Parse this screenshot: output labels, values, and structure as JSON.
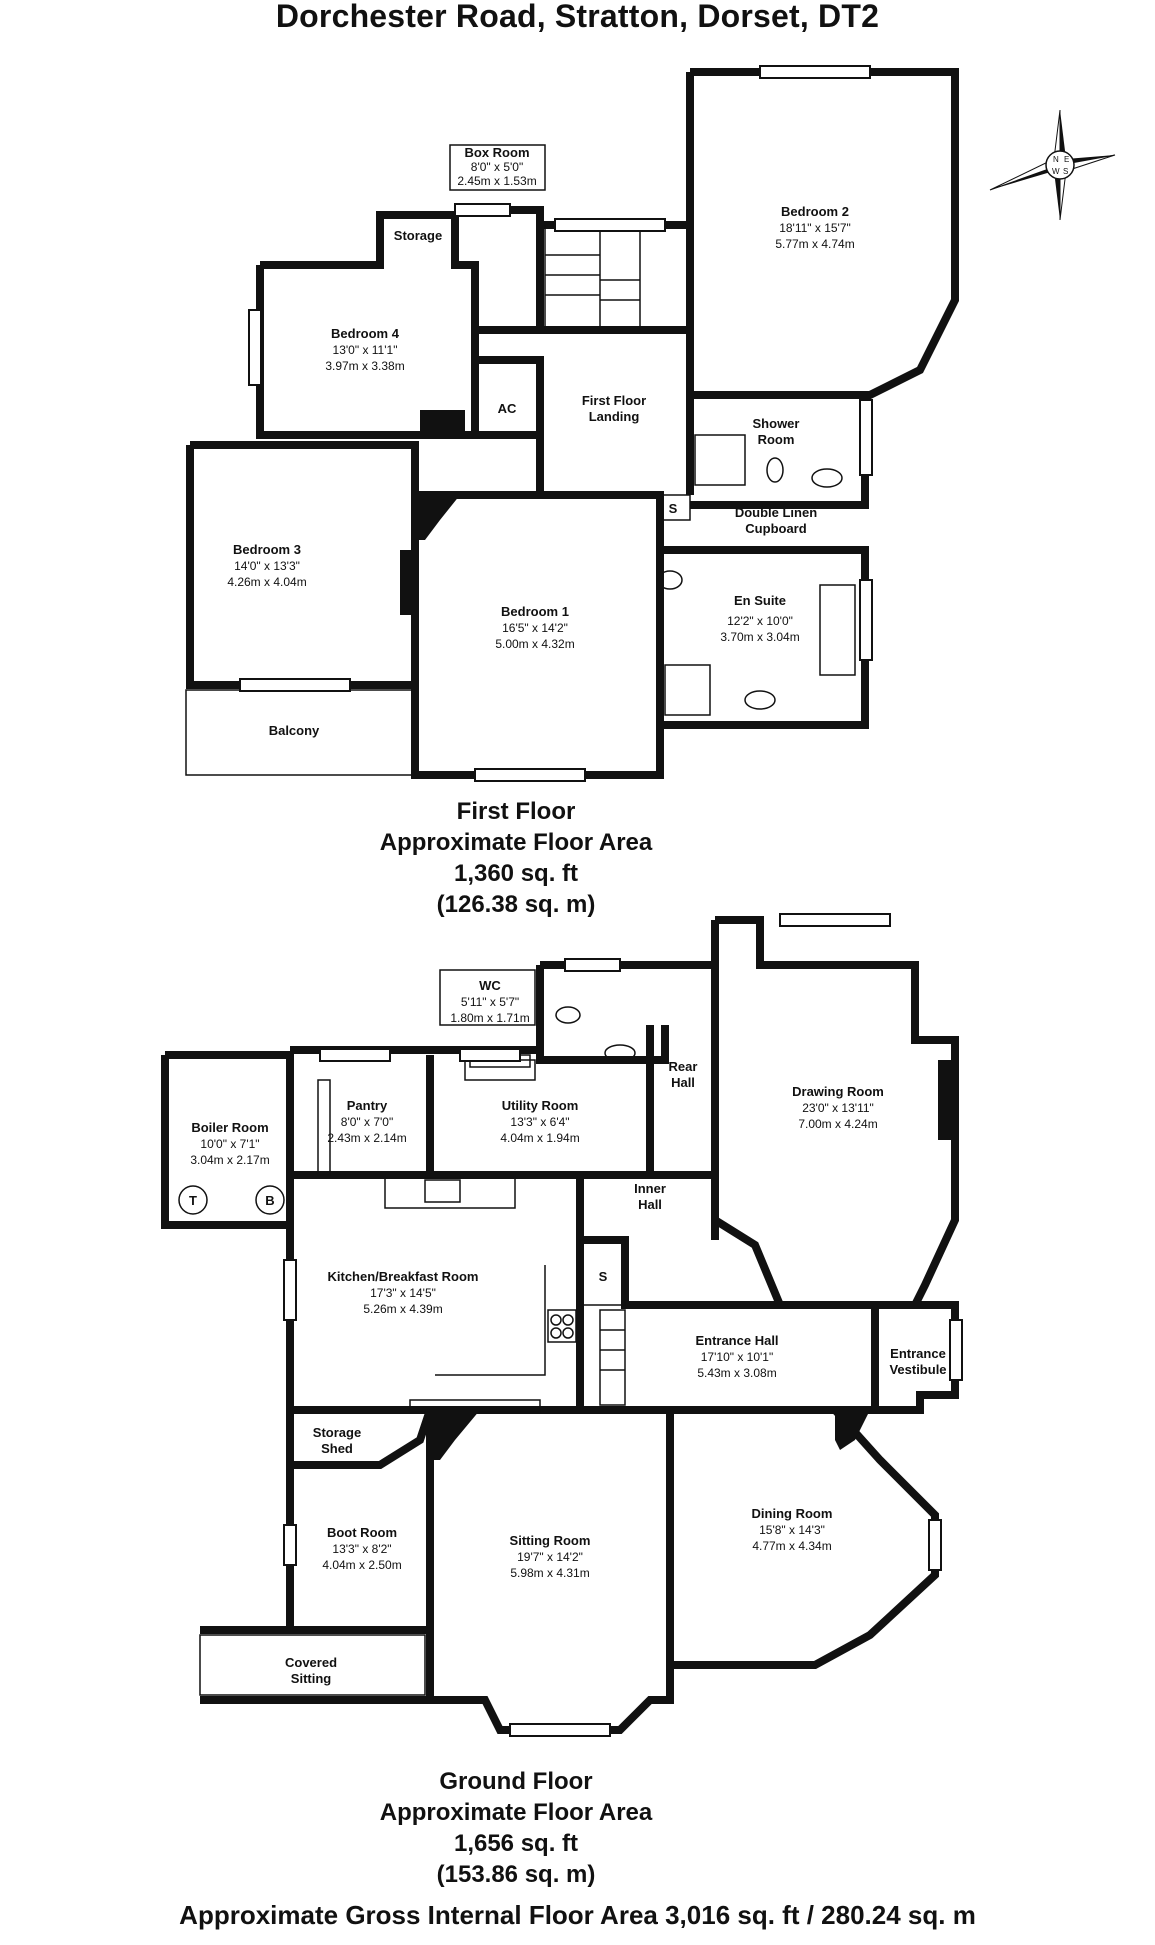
{
  "title": "Dorchester Road, Stratton, Dorset, DT2",
  "first_floor": {
    "caption": "First Floor",
    "area_label": "Approximate Floor Area",
    "area_sqft": "1,360 sq. ft",
    "area_sqm": "(126.38 sq. m)",
    "rooms": {
      "box_room": {
        "name": "Box Room",
        "imperial": "8'0\" x 5'0\"",
        "metric": "2.45m x 1.53m"
      },
      "storage": {
        "name": "Storage"
      },
      "bedroom2": {
        "name": "Bedroom 2",
        "imperial": "18'11\" x 15'7\"",
        "metric": "5.77m x 4.74m"
      },
      "bedroom4": {
        "name": "Bedroom 4",
        "imperial": "13'0\" x 11'1\"",
        "metric": "3.97m x 3.38m"
      },
      "ac": {
        "name": "AC"
      },
      "landing": {
        "name": "First Floor",
        "name2": "Landing"
      },
      "shower": {
        "name": "Shower",
        "name2": "Room"
      },
      "bedroom3": {
        "name": "Bedroom 3",
        "imperial": "14'0\" x 13'3\"",
        "metric": "4.26m x 4.04m"
      },
      "s": {
        "name": "S"
      },
      "linen": {
        "name": "Double Linen",
        "name2": "Cupboard"
      },
      "ensuite": {
        "name": "En Suite",
        "imperial": "12'2\" x 10'0\"",
        "metric": "3.70m x 3.04m"
      },
      "bedroom1": {
        "name": "Bedroom 1",
        "imperial": "16'5\" x 14'2\"",
        "metric": "5.00m x 4.32m"
      },
      "balcony": {
        "name": "Balcony"
      }
    }
  },
  "ground_floor": {
    "caption": "Ground Floor",
    "area_label": "Approximate Floor Area",
    "area_sqft": "1,656 sq. ft",
    "area_sqm": "(153.86 sq. m)",
    "rooms": {
      "wc": {
        "name": "WC",
        "imperial": "5'11\" x 5'7\"",
        "metric": "1.80m x 1.71m"
      },
      "rear_hall": {
        "name": "Rear",
        "name2": "Hall"
      },
      "drawing": {
        "name": "Drawing Room",
        "imperial": "23'0\" x 13'11\"",
        "metric": "7.00m x 4.24m"
      },
      "boiler": {
        "name": "Boiler Room",
        "imperial": "10'0\" x 7'1\"",
        "metric": "3.04m x 2.17m"
      },
      "boiler_t": {
        "name": "T"
      },
      "boiler_b": {
        "name": "B"
      },
      "pantry": {
        "name": "Pantry",
        "imperial": "8'0\" x 7'0\"",
        "metric": "2.43m x 2.14m"
      },
      "utility": {
        "name": "Utility Room",
        "imperial": "13'3\" x 6'4\"",
        "metric": "4.04m x 1.94m"
      },
      "inner_hall": {
        "name": "Inner",
        "name2": "Hall"
      },
      "kitchen": {
        "name": "Kitchen/Breakfast Room",
        "imperial": "17'3\" x 14'5\"",
        "metric": "5.26m x 4.39m"
      },
      "s": {
        "name": "S"
      },
      "entrance_hall": {
        "name": "Entrance Hall",
        "imperial": "17'10\" x 10'1\"",
        "metric": "5.43m x 3.08m"
      },
      "vestibule": {
        "name": "Entrance",
        "name2": "Vestibule"
      },
      "storage_shed": {
        "name": "Storage",
        "name2": "Shed"
      },
      "boot": {
        "name": "Boot Room",
        "imperial": "13'3\" x 8'2\"",
        "metric": "4.04m x 2.50m"
      },
      "sitting": {
        "name": "Sitting Room",
        "imperial": "19'7\" x 14'2\"",
        "metric": "5.98m x 4.31m"
      },
      "dining": {
        "name": "Dining Room",
        "imperial": "15'8\" x 14'3\"",
        "metric": "4.77m x 4.34m"
      },
      "covered": {
        "name": "Covered",
        "name2": "Sitting"
      }
    }
  },
  "gross_area": "Approximate Gross Internal Floor Area 3,016 sq. ft / 280.24 sq. m",
  "compass": {
    "icon": "compass-rose-icon",
    "letters": [
      "N",
      "E",
      "S",
      "W"
    ]
  },
  "colors": {
    "wall": "#111111",
    "window": "#ffffff",
    "background": "#ffffff"
  }
}
